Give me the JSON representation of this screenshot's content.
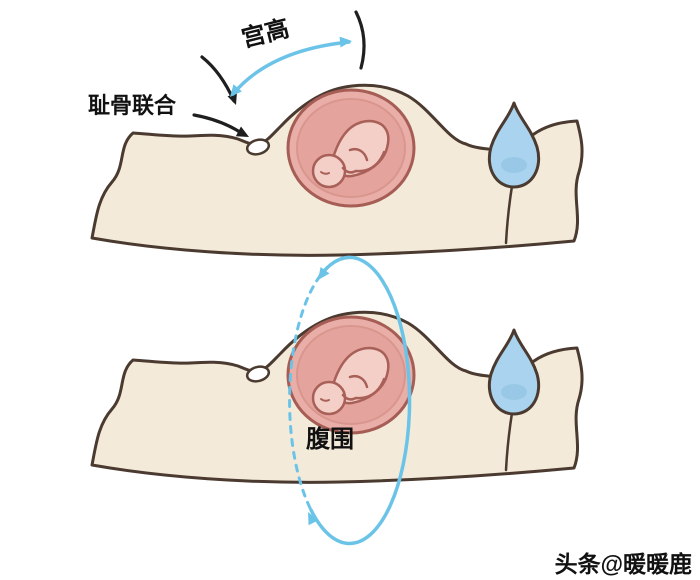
{
  "figure": {
    "upper": {
      "measurement_label": "宫高",
      "anatomy_label": "耻骨联合"
    },
    "lower": {
      "measurement_label": "腹围"
    }
  },
  "watermark": "头条@暖暖鹿",
  "colors": {
    "background": "#ffffff",
    "body_fill": "#f3ead9",
    "body_outline": "#4a3a30",
    "uterus_fill": "#e9aea7",
    "uterus_outline": "#a55d55",
    "uterus_inner": "#e4a49d",
    "uterus_inner_ring": "#d9968e",
    "fetus_fill": "#f3cfc7",
    "fetus_outline": "#a86058",
    "marker_fill": "#ffffff",
    "drop_fill": "#a9d3ee",
    "drop_shade": "#8cc0e2",
    "measure_blue": "#6bc4e8",
    "arrow_black": "#1f1f1f",
    "text": "#111111"
  }
}
